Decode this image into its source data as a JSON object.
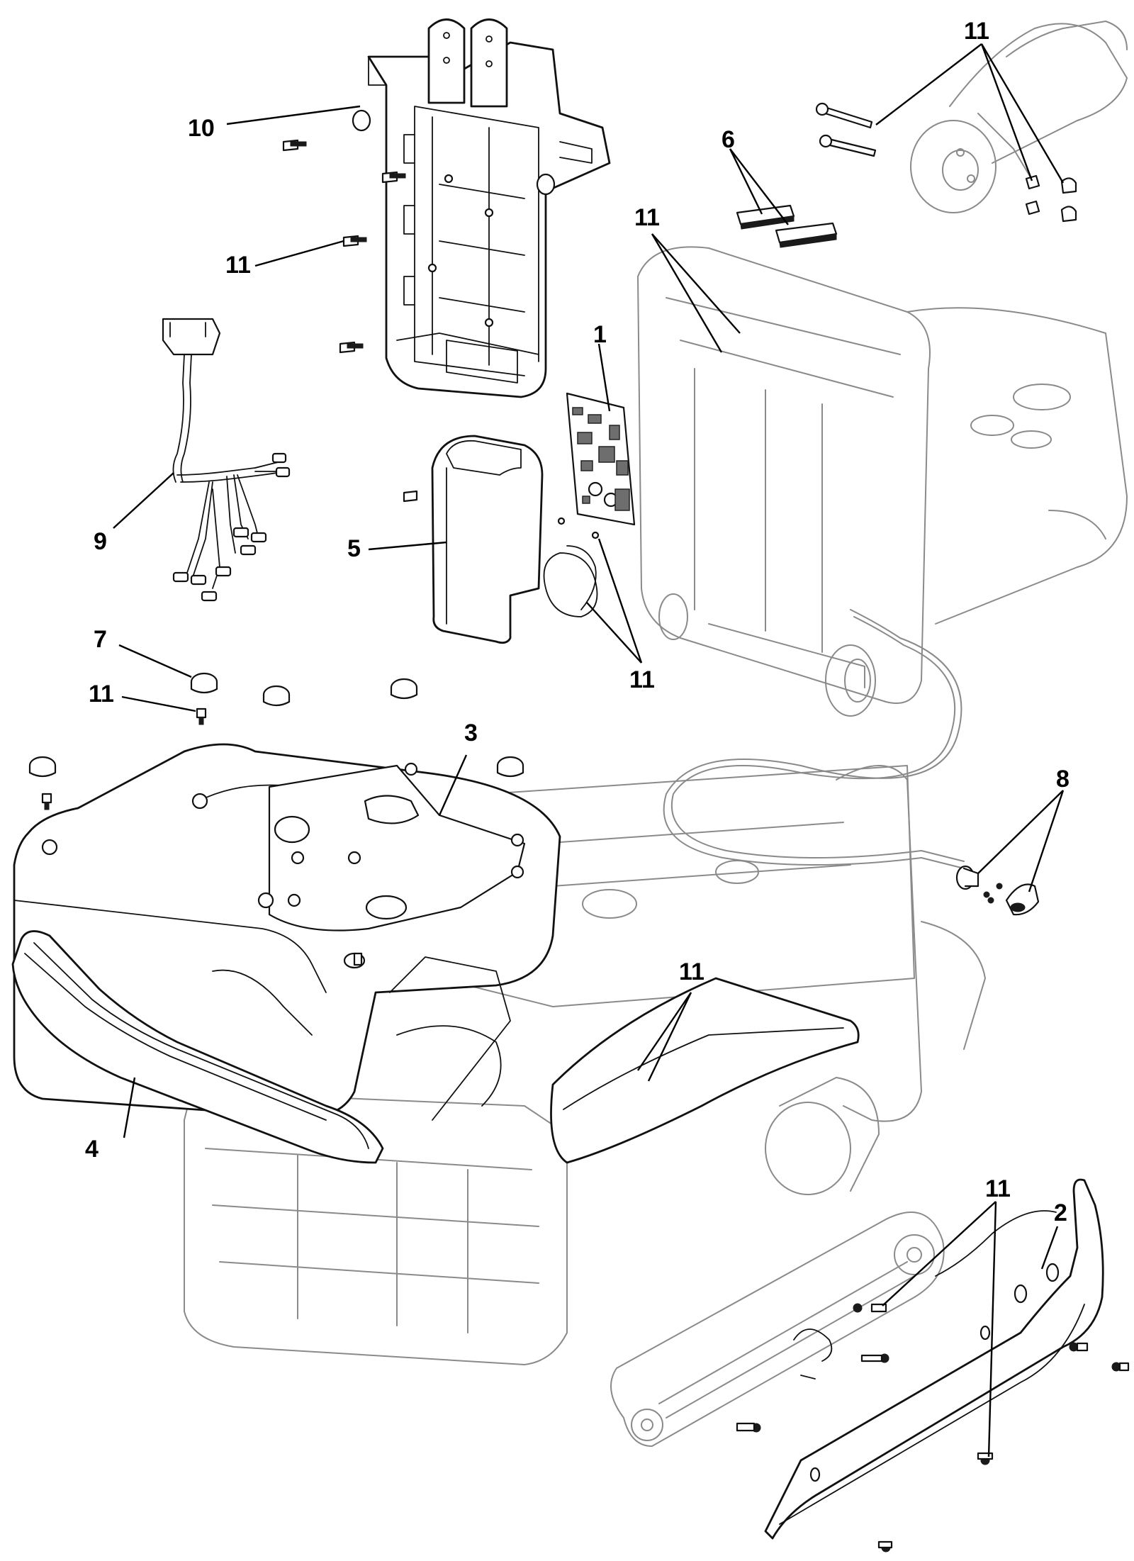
{
  "callouts": {
    "c1": "1",
    "c2": "2",
    "c3": "3",
    "c4": "4",
    "c5": "5",
    "c6": "6",
    "c7": "7",
    "c8": "8",
    "c9": "9",
    "c10": "10",
    "c11_top_right": "11",
    "c11_left": "11",
    "c11_center": "11",
    "c11_board": "11",
    "c11_cap": "11",
    "c11_base": "11",
    "c11_bottom_right": "11"
  }
}
